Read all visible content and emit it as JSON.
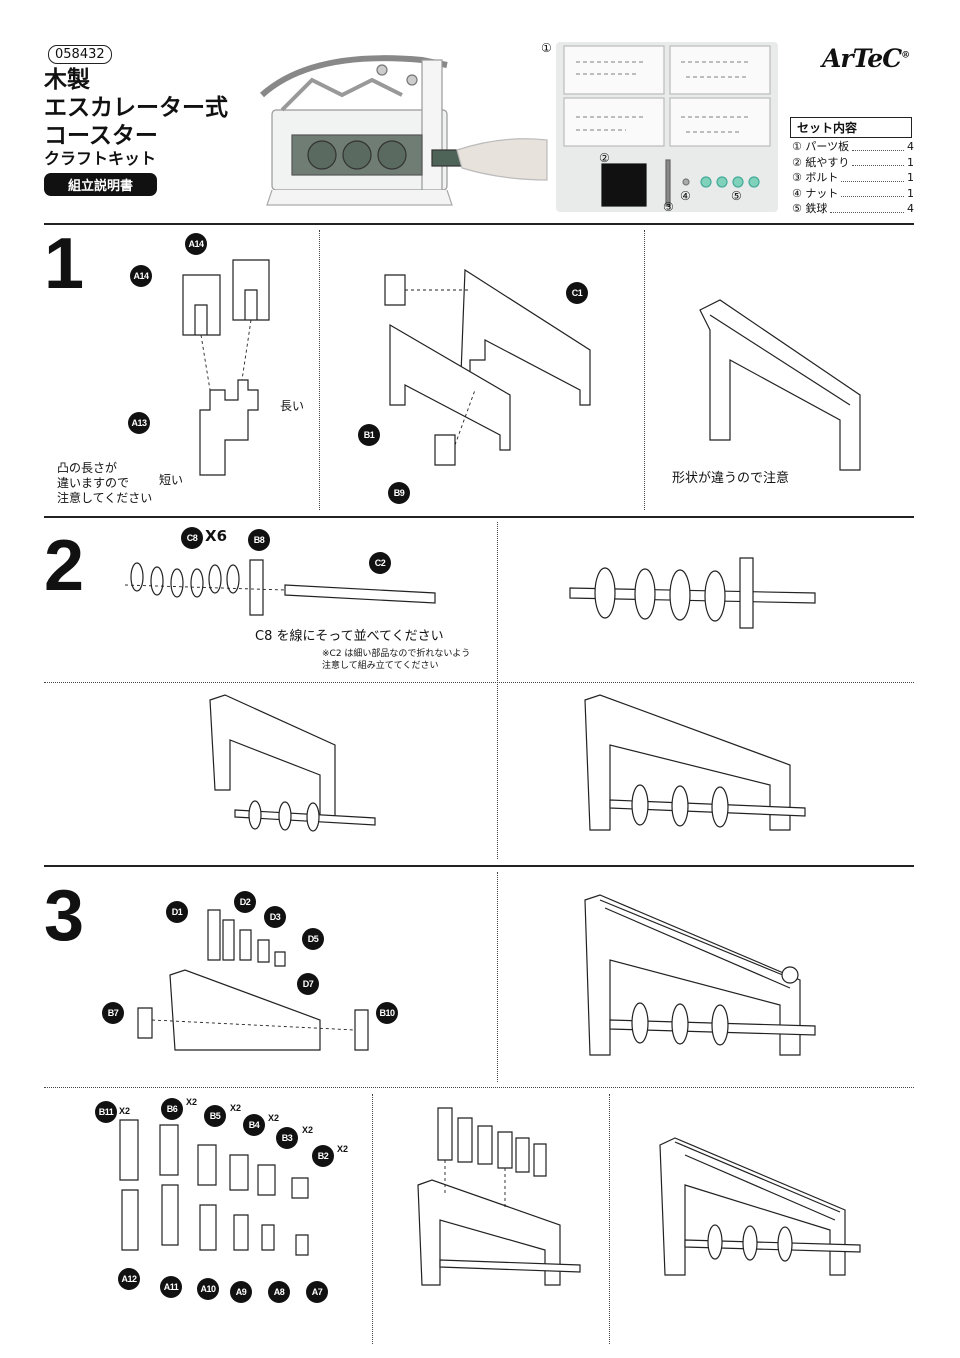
{
  "header": {
    "product_code": "058432",
    "title_lines": [
      "木製",
      "エスカレーター式",
      "コースター"
    ],
    "subtitle": "クラフトキット",
    "manual_label": "組立説明書",
    "brand": "ArTeC",
    "brand_mark": "®"
  },
  "parts_photo": {
    "markers": [
      "①",
      "②",
      "③",
      "④",
      "⑤"
    ]
  },
  "set_contents": {
    "title": "セット内容",
    "items": [
      {
        "name": "① パーツ板",
        "qty": "4"
      },
      {
        "name": "② 紙やすり",
        "qty": "1"
      },
      {
        "name": "③ ボルト",
        "qty": "1"
      },
      {
        "name": "④ ナット",
        "qty": "1"
      },
      {
        "name": "⑤ 鉄球",
        "qty": "4"
      }
    ]
  },
  "step1": {
    "number": "1",
    "labels": {
      "a14a": "A14",
      "a14b": "A14",
      "a13": "A13",
      "c1": "C1",
      "b1": "B1",
      "b9": "B9"
    },
    "long_label": "長い",
    "short_label": "短い",
    "caution": [
      "凸の長さが",
      "違いますので",
      "注意してください"
    ],
    "shape_caution": "形状が違うので注意"
  },
  "step2": {
    "number": "2",
    "labels": {
      "c8": "C8",
      "c8_count": "X6",
      "b8": "B8",
      "c2": "C2"
    },
    "instruction": "C8 を線にそって並べてください",
    "note_lines": [
      "※C2 は細い部品なので折れないよう",
      "注意して組み立ててください"
    ]
  },
  "step3": {
    "number": "3",
    "labels": {
      "d1": "D1",
      "d2": "D2",
      "d3": "D3",
      "d5": "D5",
      "d7": "D7",
      "b7": "B7",
      "b10": "B10"
    }
  },
  "step4": {
    "top_labels": [
      {
        "id": "B11",
        "count": "X2"
      },
      {
        "id": "B6",
        "count": "X2"
      },
      {
        "id": "B5",
        "count": "X2"
      },
      {
        "id": "B4",
        "count": "X2"
      },
      {
        "id": "B3",
        "count": "X2"
      },
      {
        "id": "B2",
        "count": "X2"
      }
    ],
    "bottom_labels": [
      "A12",
      "A11",
      "A10",
      "A9",
      "A8",
      "A7"
    ]
  }
}
